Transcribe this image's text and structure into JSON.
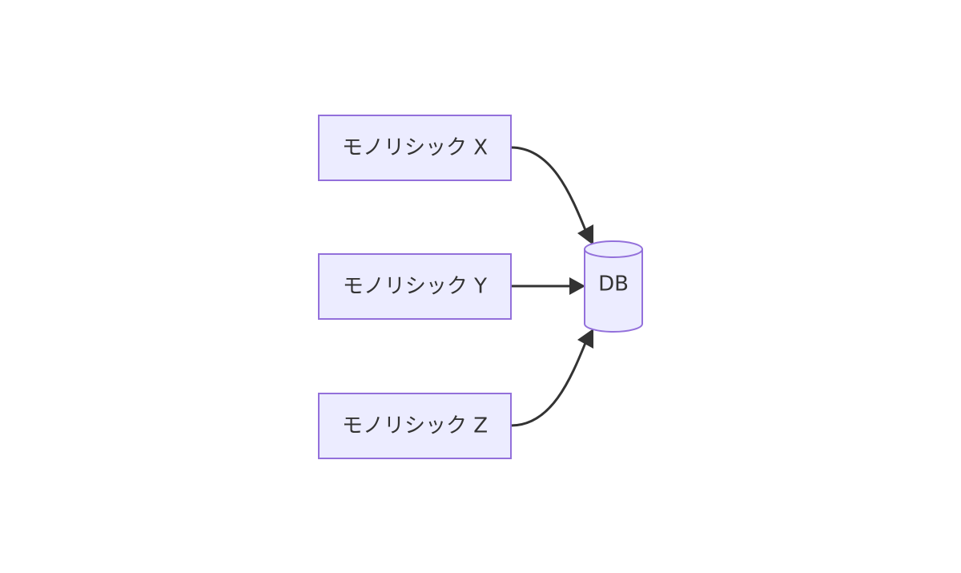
{
  "diagram": {
    "nodes": {
      "monolith_x": {
        "label": "モノリシック X"
      },
      "monolith_y": {
        "label": "モノリシック Y"
      },
      "monolith_z": {
        "label": "モノリシック Z"
      },
      "db": {
        "label": "DB"
      }
    },
    "edges": [
      {
        "from": "monolith_x",
        "to": "db"
      },
      {
        "from": "monolith_y",
        "to": "db"
      },
      {
        "from": "monolith_z",
        "to": "db"
      }
    ]
  },
  "colors": {
    "node_fill": "#ECECFF",
    "node_stroke": "#9370DB",
    "edge": "#333333",
    "text": "#333333",
    "background": "#FFFFFF"
  }
}
